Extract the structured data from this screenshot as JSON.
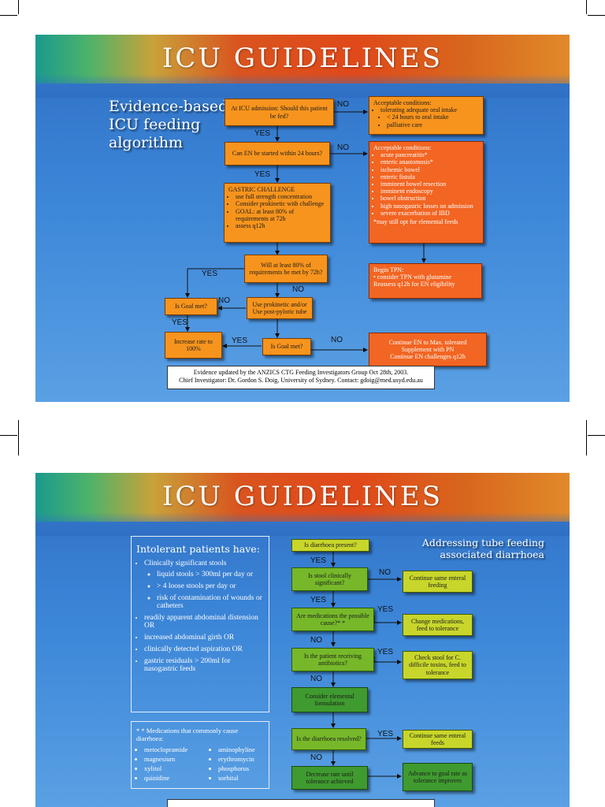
{
  "slide1": {
    "title": "ICU GUIDELINES",
    "subtitle_lines": [
      "Evidence-based",
      "ICU feeding",
      "algorithm"
    ],
    "q1": "At ICU admission: Should this patient be fed?",
    "q2": "Can EN be started within 24 hours?",
    "challenge": {
      "heading": "GASTRIC CHALLENGE",
      "items": [
        "use full strength concentration",
        "Consider prokinetic with challenge",
        "GOAL: at least 80% of requirements at 72h",
        "assess q12h"
      ]
    },
    "q3": "Will at least 80% of requirements be met by 72h?",
    "q4": "Is Goal met?",
    "prokinetic": "Use prokinetic and/or Use post-pyloric tube",
    "q5": "Is Goal met?",
    "increase": "Increase rate to 100%",
    "cond1": {
      "heading": "Acceptable conditions:",
      "items": [
        "tolerating adequate oral intake",
        "< 24 hours to oral intake",
        "palliative care"
      ]
    },
    "cond2": {
      "heading": "Acceptable conditions:",
      "items": [
        "acute pancreatitis*",
        "enteric anastomosis*",
        "ischemic bowel",
        "enteric fistula",
        "imminent bowel resection",
        "imminent endoscopy",
        "bowel obstruction",
        "high nasogastric losses on admission",
        "severe exacerbation of IBD"
      ],
      "note": "*may still opt for elemental feeds"
    },
    "tpn": {
      "heading": "Begin TPN:",
      "line1": "• consider TPN with glutamine",
      "line2": "Reassess q12h for EN eligibility"
    },
    "continue": [
      "Continue EN to Max. tolerated",
      "Supplement with PN",
      "Continue EN challenges q12h"
    ],
    "labels": {
      "no": "NO",
      "yes": "YES"
    },
    "footer": [
      "Evidence updated by the ANZICS CTG Feeding Investigators Group Oct 28th, 2003.",
      "Chief Investigator: Dr. Gordon S. Doig, University of Sydney.  Contact: gdoig@med.usyd.edu.au"
    ]
  },
  "slide2": {
    "title": "ICU GUIDELINES",
    "subtitle_lines": [
      "Addressing tube feeding",
      "associated diarrhoea"
    ],
    "panel": {
      "heading": "Intolerant patients have:",
      "items": [
        "Clinically significant stools",
        "readily apparent abdominal distension OR",
        "increased abdominal girth OR",
        "clinically detected aspiration OR",
        "gastric residuals > 200ml for nasogastric feeds"
      ],
      "subitems": [
        "liquid stools > 300ml per day or",
        "> 4 loose stools per day or",
        "risk of contamination of wounds or catheters"
      ]
    },
    "meds": {
      "heading": "* * Medications that commonly cause diarrhoea:",
      "col1": [
        "metoclopramide",
        "magnesium",
        "xylitol",
        "quinidine"
      ],
      "col2": [
        "aminophyline",
        "erythromycin",
        "phosphorus",
        "sorbital"
      ]
    },
    "f1": "Is diarrhoea present?",
    "f2": "Is stool clinically significant?",
    "f3": "Are medications the possible cause?* *",
    "f4": "Is the patient receiving antibiotics?",
    "f5": "Consider elemental formulation",
    "f6": "Is the diarrhoea resolved?",
    "f7": "Decrease rate until tolerance achieved",
    "r1": "Continue same enteral feeding",
    "r2": "Change medications, feed to tolerance",
    "r3": "Check stool for C. difficile toxins, feed to tolerance",
    "r4": "Continue same enteral feeds",
    "r5": "Advance to goal rate as tolerance improves",
    "labels": {
      "no": "NO",
      "yes": "YES"
    }
  }
}
